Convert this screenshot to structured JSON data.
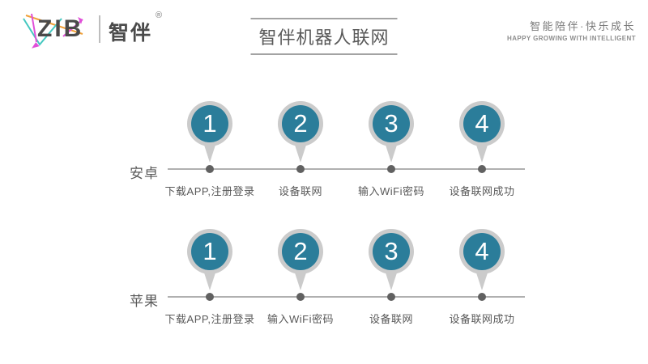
{
  "header": {
    "logo": {
      "zib_text": "ZIB",
      "brand_text": "智伴",
      "registered_mark": "®"
    },
    "title": "智伴机器人联网",
    "slogan_cn": "智能陪伴·快乐成长",
    "slogan_en": "HAPPY GROWING WITH INTELLIGENT"
  },
  "colors": {
    "step_circle_teal": "#2b7d9a",
    "pin_ring_gray": "#cbcbcb",
    "track_line_gray": "#b0b0b0",
    "dot_gray": "#616161",
    "text_gray": "#595959",
    "logo_magenta": "#e04fd8",
    "logo_teal": "#45c8c0",
    "logo_orange": "#f0a13a"
  },
  "rows": [
    {
      "label": "安卓",
      "steps": [
        {
          "number": "1",
          "label": "下载APP,注册登录"
        },
        {
          "number": "2",
          "label": "设备联网"
        },
        {
          "number": "3",
          "label": "输入WiFi密码"
        },
        {
          "number": "4",
          "label": "设备联网成功"
        }
      ]
    },
    {
      "label": "苹果",
      "steps": [
        {
          "number": "1",
          "label": "下载APP,注册登录"
        },
        {
          "number": "2",
          "label": "输入WiFi密码"
        },
        {
          "number": "3",
          "label": "设备联网"
        },
        {
          "number": "4",
          "label": "设备联网成功"
        }
      ]
    }
  ]
}
